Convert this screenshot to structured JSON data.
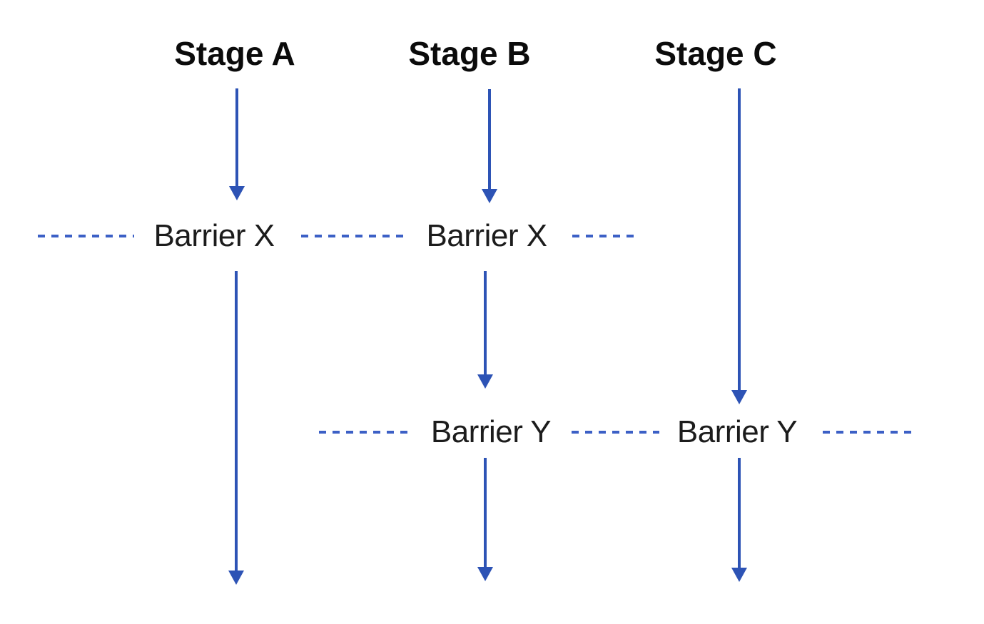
{
  "colors": {
    "background": "#ffffff",
    "arrow": "#2d53b5",
    "dash": "#3c60c6",
    "heading": "#0b0b0b",
    "label": "#1c1c1c"
  },
  "diagram": {
    "type": "parallel-stage-barrier-flow",
    "stages": [
      {
        "label": "Stage A",
        "passes_through": [
          "Barrier X"
        ]
      },
      {
        "label": "Stage B",
        "passes_through": [
          "Barrier X",
          "Barrier Y"
        ]
      },
      {
        "label": "Stage C",
        "passes_through": [
          "Barrier Y"
        ]
      }
    ],
    "barriers": [
      {
        "label": "Barrier X",
        "across_stages": [
          "Stage A",
          "Stage B"
        ]
      },
      {
        "label": "Barrier Y",
        "across_stages": [
          "Stage B",
          "Stage C"
        ]
      }
    ]
  }
}
